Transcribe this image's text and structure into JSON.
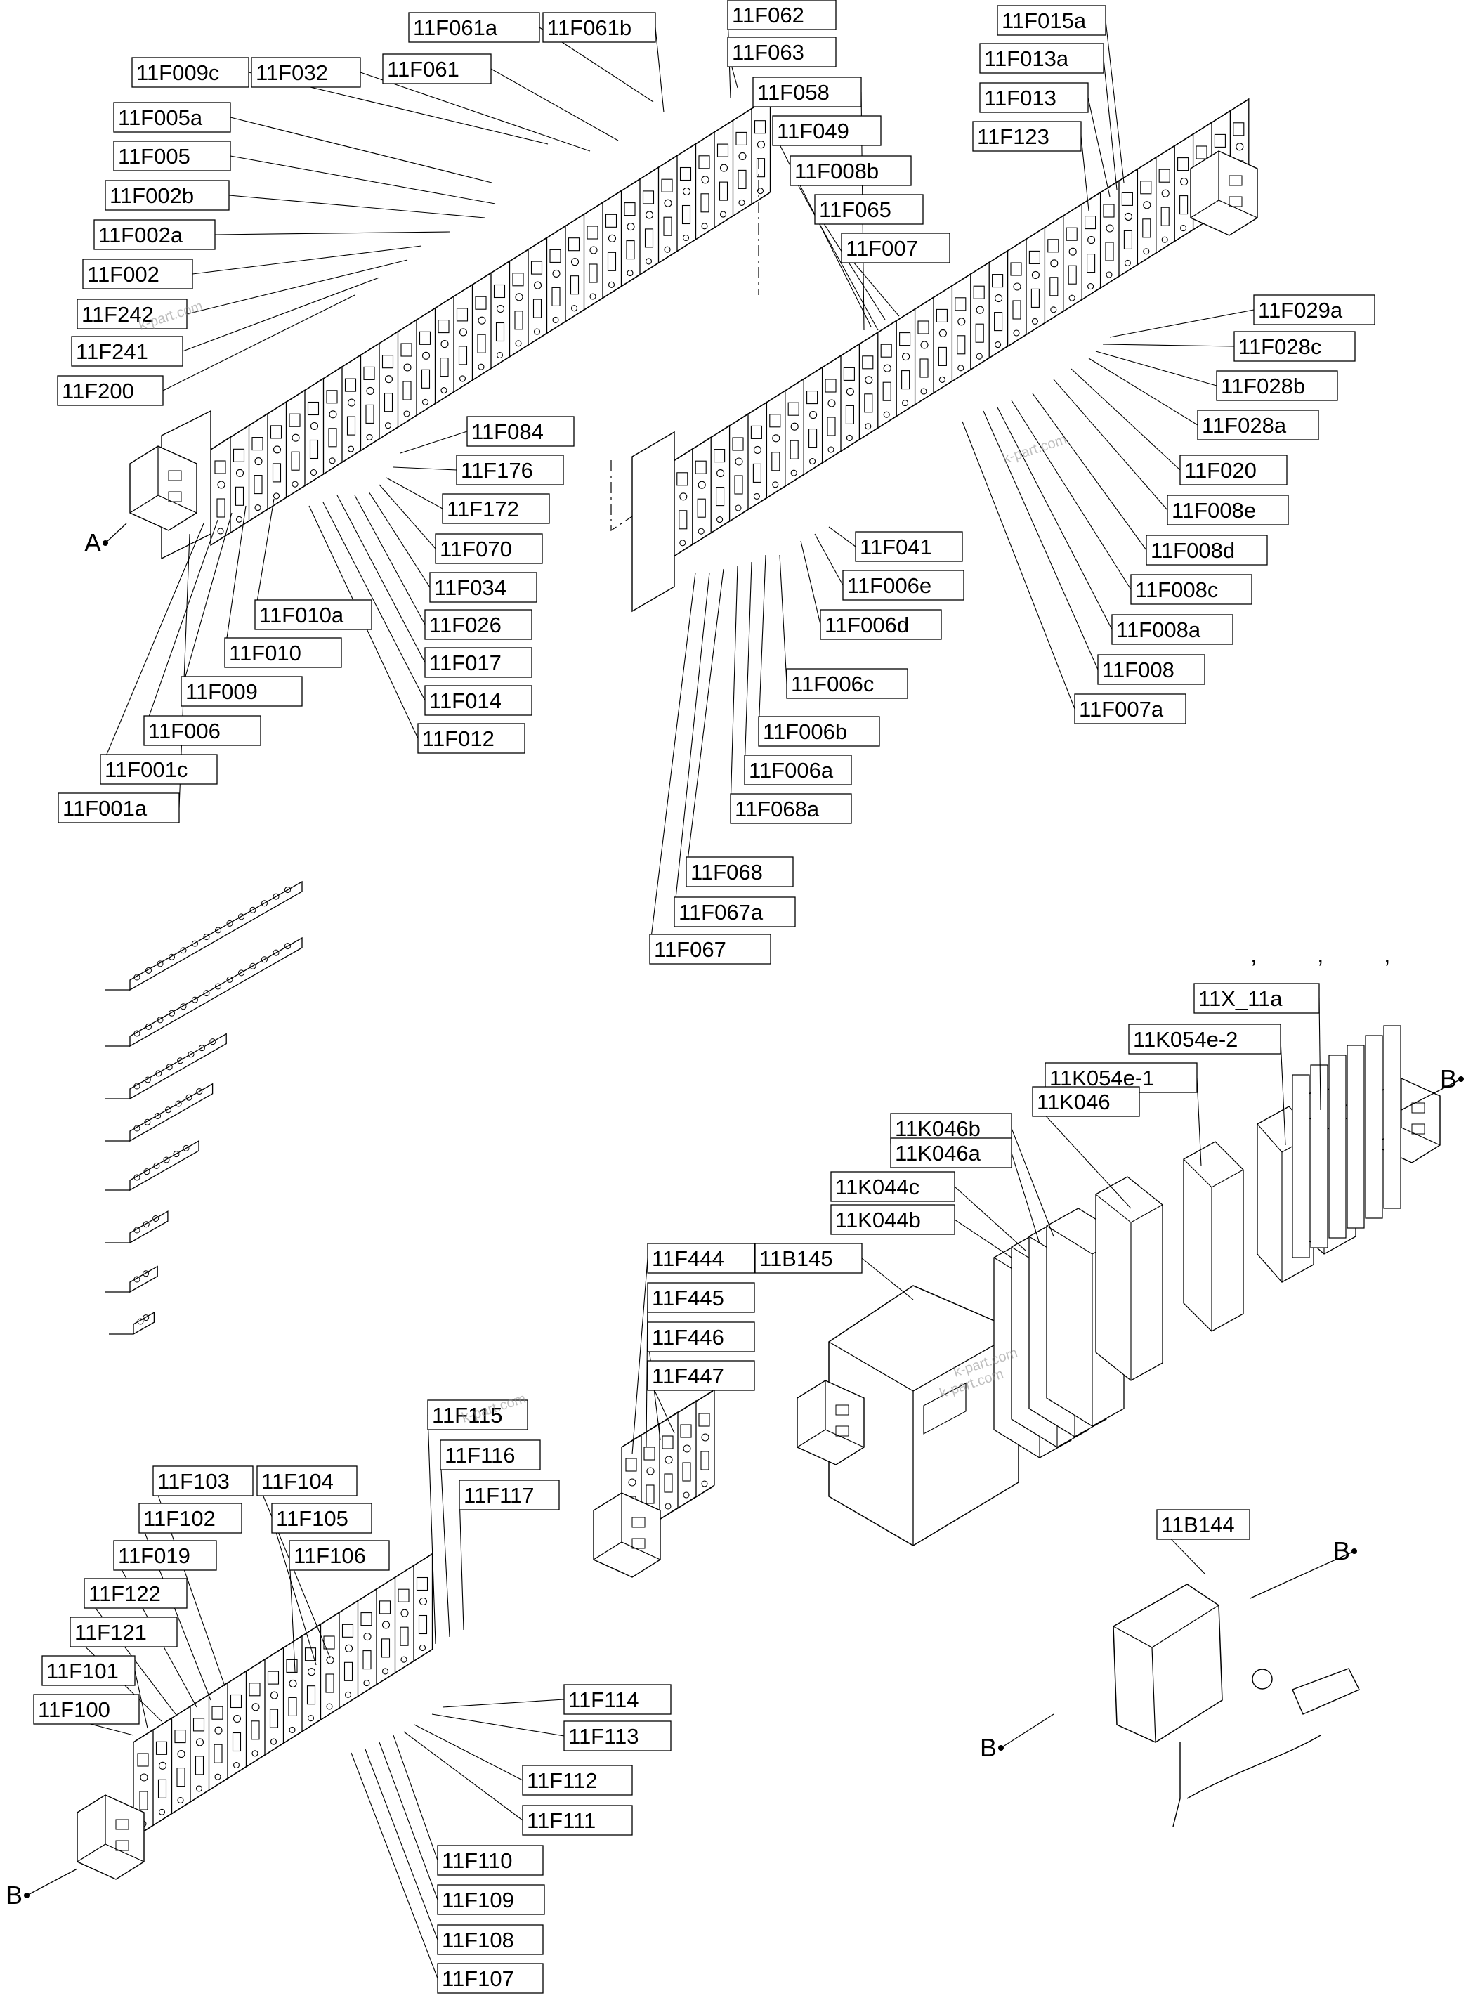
{
  "diagram": {
    "callouts": {
      "a1": [
        "11F061a",
        "11F061b",
        "11F062",
        "11F063",
        "11F009c",
        "11F032",
        "11F061",
        "11F005a",
        "11F005",
        "11F002b",
        "11F002a",
        "11F002",
        "11F242",
        "11F241",
        "11F200"
      ],
      "a2": [
        "11F084",
        "11F176",
        "11F172",
        "11F070",
        "11F034",
        "11F026",
        "11F017",
        "11F014",
        "11F012",
        "11F010a",
        "11F010",
        "11F009",
        "11F006",
        "11F001c",
        "11F001a"
      ],
      "b1": [
        "11F058",
        "11F049",
        "11F008b",
        "11F065",
        "11F007",
        "11F015a",
        "11F013a",
        "11F013",
        "11F123"
      ],
      "b2": [
        "11F029a",
        "11F028c",
        "11F028b",
        "11F028a",
        "11F020",
        "11F008e",
        "11F008d",
        "11F008c",
        "11F008a",
        "11F008",
        "11F007a"
      ],
      "b3": [
        "11F041",
        "11F006e",
        "11F006d",
        "11F006c",
        "11F006b",
        "11F006a",
        "11F068a",
        "11F068",
        "11F067a",
        "11F067"
      ],
      "mods": [
        "11X_11a",
        "11K054e-2",
        "11K054e-1",
        "11K046",
        "11K046b",
        "11K046a",
        "11K044c",
        "11K044b",
        "11B145",
        "11F444",
        "11F445",
        "11F446",
        "11F447",
        "11B144"
      ],
      "c1": [
        "11F115",
        "11F116",
        "11F117",
        "11F103",
        "11F104",
        "11F102",
        "11F105",
        "11F019",
        "11F106",
        "11F122",
        "11F121",
        "11F101",
        "11F100"
      ],
      "c2": [
        "11F114",
        "11F113",
        "11F112",
        "11F111",
        "11F110",
        "11F109",
        "11F108",
        "11F107"
      ]
    },
    "view_markers": {
      "a": "A",
      "b1": "B",
      "b2": "B",
      "b3": "B",
      "b4": "B"
    },
    "stray_marks": [
      ",",
      ",",
      ","
    ],
    "watermarks": [
      "k-part.com",
      "k-part.com",
      "k-part.com",
      "k-part.com",
      "k-part.com"
    ]
  }
}
